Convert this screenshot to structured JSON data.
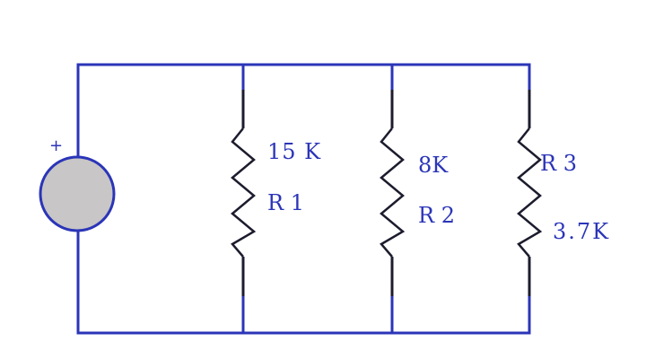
{
  "source": {
    "polarity": "+"
  },
  "resistors": [
    {
      "name": "R 1",
      "value": "15 K"
    },
    {
      "name": "R 2",
      "value": "8K"
    },
    {
      "name": "R 3",
      "value": "3.7K"
    }
  ],
  "colors": {
    "wire": "#2b35b8",
    "source_fill": "#c8c6c6",
    "lead": "#1c1c2e"
  }
}
